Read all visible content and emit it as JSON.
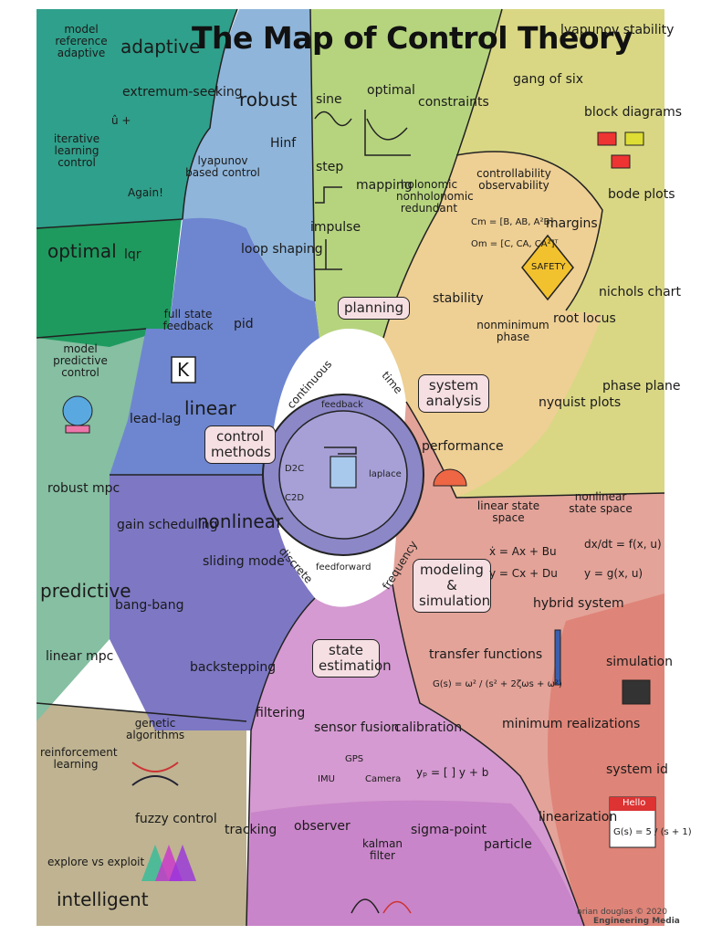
{
  "title": "The Map of Control Theory",
  "regions": {
    "adaptive": {
      "heading": "adaptive",
      "items": [
        "model reference adaptive",
        "extremum-seeking",
        "iterative learning control",
        "Again!"
      ]
    },
    "robust": {
      "heading": "robust",
      "items": [
        "lyapunov based control",
        "Hinf",
        "loop shaping"
      ]
    },
    "optimal": {
      "heading": "optimal",
      "items": [
        "lqr"
      ]
    },
    "linear": {
      "heading": "linear",
      "items": [
        "full state feedback",
        "K",
        "pid",
        "lead-lag"
      ]
    },
    "nonlinear": {
      "heading": "nonlinear",
      "items": [
        "gain scheduling",
        "sliding mode",
        "bang-bang",
        "backstepping"
      ]
    },
    "predictive": {
      "heading": "predictive",
      "items": [
        "model predictive control",
        "robust mpc",
        "linear mpc"
      ]
    },
    "intelligent": {
      "heading": "intelligent",
      "items": [
        "genetic algorithms",
        "reinforcement learning",
        "explore vs exploit",
        "fuzzy control"
      ]
    },
    "planning": {
      "box": "planning",
      "items": [
        "sine",
        "optimal",
        "constraints",
        "step",
        "mapping",
        "holonomic nonholonomic redundant",
        "impulse"
      ]
    },
    "system_analysis": {
      "box": "system analysis",
      "items": [
        "gang of six",
        "lyapunov stability",
        "block diagrams",
        "controllability observability",
        "bode plots",
        "margins",
        "SAFETY",
        "stability",
        "nichols chart",
        "nonminimum phase",
        "root locus",
        "phase plane",
        "nyquist plots",
        "performance"
      ]
    },
    "modeling": {
      "box": "modeling & simulation",
      "items": [
        "linear state space",
        "nonlinear state space",
        "hybrid system",
        "transfer functions",
        "simulation",
        "minimum realizations",
        "system id",
        "linearization",
        "Hello"
      ]
    },
    "state_estimation": {
      "box": "state estimation",
      "items": [
        "filtering",
        "sensor fusion",
        "calibration",
        "GPS",
        "IMU",
        "Camera",
        "tracking",
        "observer",
        "kalman filter",
        "sigma-point",
        "particle"
      ]
    }
  },
  "equations": {
    "cm": "Cm = [B, AB, A²B]",
    "om": "Om = [C, CA, CA²]ᵀ",
    "lin_x": "ẋ = Ax + Bu",
    "lin_y": "y = Cx + Du",
    "nl_x": "dx/dt = f(x, u)",
    "nl_y": "y = g(x, u)",
    "tf": "G(s) = ω² / (s² + 2ζωs + ω²)",
    "calib": "yₚ = [ ] y + b",
    "sysid": "G(s) = 5 / (s + 1)",
    "es": "û +"
  },
  "center": {
    "box": "control methods",
    "ring": [
      "continuous",
      "time",
      "discrete",
      "frequency"
    ],
    "inner": [
      "feedback",
      "feedforward",
      "laplace",
      "D2C",
      "C2D"
    ]
  },
  "credit": {
    "author": "brian douglas © 2020",
    "org": "Engineering Media"
  },
  "colors": {
    "adaptive": "#2fa08b",
    "robust": "#8fb5da",
    "optimal_left": "#1e9a5f",
    "linear": "#6e86d0",
    "nonlinear": "#7d77c4",
    "predictive": "#86bfa2",
    "intelligent": "#bfb391",
    "planning": "#b6d47e",
    "system_analysis_outer": "#d9d784",
    "system_analysis_inner": "#eecf94",
    "modeling": "#e3a399",
    "modeling_right": "#df8478",
    "state_estimation": "#d59ad1",
    "state_estimation_bottom": "#c985c9",
    "center_ring": "#8c87c7",
    "center_inner": "#a6a0d7"
  }
}
